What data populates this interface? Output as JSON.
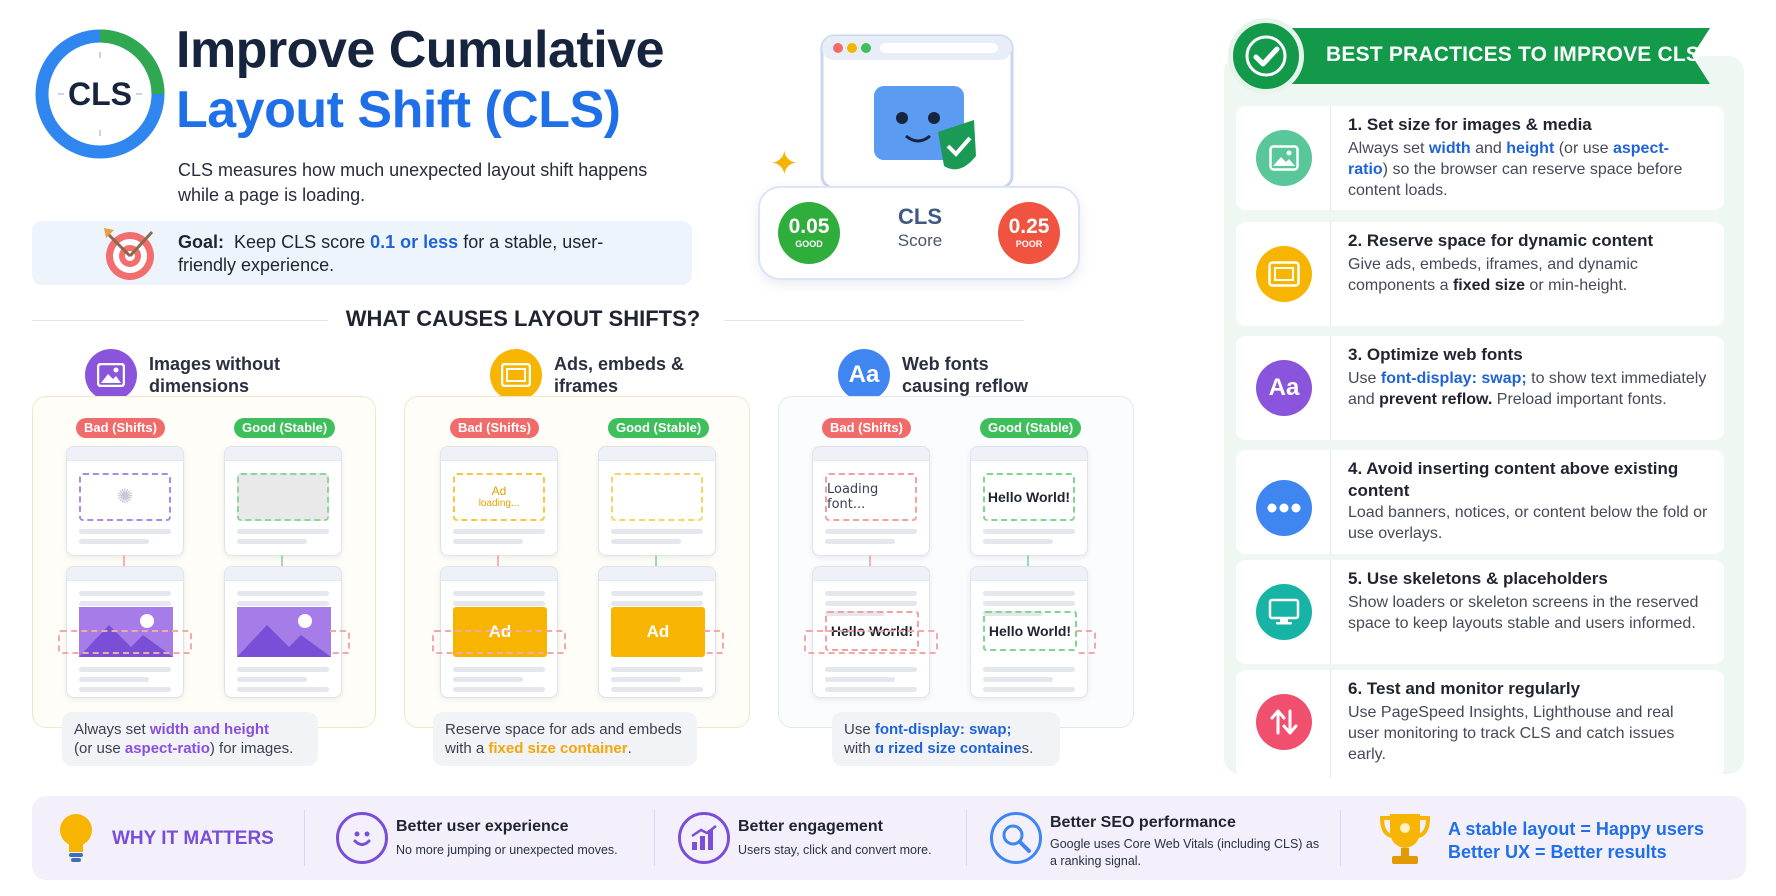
{
  "header": {
    "badge": "CLS",
    "title_line1": "Improve Cumulative",
    "title_line2": "Layout Shift (CLS)",
    "subtitle": "CLS measures how much unexpected layout shift happens while a page is loading.",
    "goal_label": "Goal:",
    "goal_pre": "Keep CLS score",
    "goal_highlight": "0.1 or less",
    "goal_post": "for a stable, user-friendly experience."
  },
  "score": {
    "good_value": "0.05",
    "good_label": "GOOD",
    "center_title": "CLS",
    "center_sub": "Score",
    "poor_value": "0.25",
    "poor_label": "POOR",
    "good_color": "#2fae3c",
    "poor_color": "#f0533f"
  },
  "causes": {
    "title": "WHAT CAUSES LAYOUT SHIFTS?",
    "items": [
      {
        "heading": "Images without dimensions",
        "bad_tag": "Bad (Shifts)",
        "good_tag": "Good (Stable)",
        "caption_pre": "Always set",
        "caption_hl1": "width and height",
        "caption_mid": "(or use",
        "caption_hl2": "aspect-ratio",
        "caption_post": ") for images."
      },
      {
        "heading": "Ads, embeds & iframes",
        "bad_tag": "Bad (Shifts)",
        "good_tag": "Good (Stable)",
        "ad_placeholder": "Ad",
        "ad_loading": "loading...",
        "ad_label": "Ad",
        "caption_pre": "Reserve space for ads and embeds with a",
        "caption_hl1": "fixed size container",
        "caption_post": "."
      },
      {
        "heading": "Web fonts causing reflow",
        "icon_text": "Aa",
        "bad_tag": "Bad (Shifts)",
        "good_tag": "Good (Stable)",
        "loading_font": "Loading font...",
        "hello": "Hello World!",
        "caption_pre": "Use",
        "caption_hl1": "font-display: swap;",
        "caption_mid": "with ",
        "caption_hl2": "ɑ rized size containe",
        "caption_post": "s."
      }
    ]
  },
  "best_practices": {
    "banner": "BEST PRACTICES TO IMPROVE CLS",
    "items": [
      {
        "title": "1. Set size for images & media",
        "parts": [
          [
            "Always set ",
            ""
          ],
          [
            "width",
            "b"
          ],
          [
            " and ",
            ""
          ],
          [
            "height",
            "b"
          ],
          [
            " (or use ",
            ""
          ],
          [
            "aspect-ratio",
            "b"
          ],
          [
            ") so the browser can reserve space before content loads.",
            ""
          ]
        ],
        "color": "#59c79a",
        "icon": "image-icon"
      },
      {
        "title": "2. Reserve space for dynamic content",
        "parts": [
          [
            "Give ads, embeds, iframes, and dynamic components a ",
            ""
          ],
          [
            "fixed size",
            "k"
          ],
          [
            " or min-height.",
            ""
          ]
        ],
        "color": "#f7b400",
        "icon": "frame-icon"
      },
      {
        "title": "3. Optimize web fonts",
        "icon_text": "Aa",
        "parts": [
          [
            "Use ",
            ""
          ],
          [
            "font-display: swap;",
            "b"
          ],
          [
            " to show text immediately and ",
            ""
          ],
          [
            "prevent reflow.",
            "k"
          ],
          [
            " Preload important fonts.",
            ""
          ]
        ],
        "color": "#8a55dc",
        "icon": "font-icon"
      },
      {
        "title": "4. Avoid inserting content above existing content",
        "parts": [
          [
            "Load banners, notices, or content below the fold or use overlays.",
            ""
          ]
        ],
        "color": "#3f86f0",
        "icon": "more-icon"
      },
      {
        "title": "5. Use skeletons & placeholders",
        "parts": [
          [
            "Show loaders or skeleton screens in the reserved space to keep layouts stable and users informed.",
            ""
          ]
        ],
        "color": "#17b3a5",
        "icon": "monitor-icon"
      },
      {
        "title": "6. Test and monitor regularly",
        "parts": [
          [
            "Use PageSpeed Insights, Lighthouse and real user monitoring to track CLS and catch issues early.",
            ""
          ]
        ],
        "color": "#f0506e",
        "icon": "updown-icon"
      }
    ]
  },
  "footer": {
    "why": "WHY IT MATTERS",
    "items": [
      {
        "title": "Better user experience",
        "body": "No more jumping or unexpected moves."
      },
      {
        "title": "Better engagement",
        "body": "Users stay, click and convert more."
      },
      {
        "title": "Better SEO performance",
        "body": "Google uses Core Web Vitals (including CLS) as a ranking signal."
      }
    ],
    "closing_line1": "A stable layout = Happy users",
    "closing_line2": "Better UX = Better results"
  },
  "colors": {
    "brand_blue": "#1f6fe8",
    "navy": "#17243d",
    "green": "#129a4a",
    "purple": "#7a4fd8"
  }
}
